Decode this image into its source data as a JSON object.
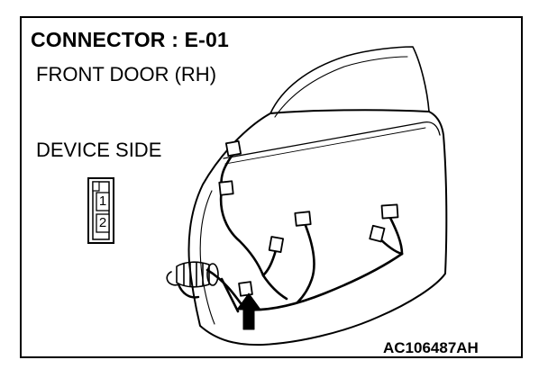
{
  "title": "CONNECTOR : E-01",
  "location": "FRONT DOOR (RH)",
  "view_label": "DEVICE SIDE",
  "pins": [
    "1",
    "2"
  ],
  "figure_code": "AC106487AH",
  "colors": {
    "ink": "#000000",
    "paper": "#ffffff"
  }
}
